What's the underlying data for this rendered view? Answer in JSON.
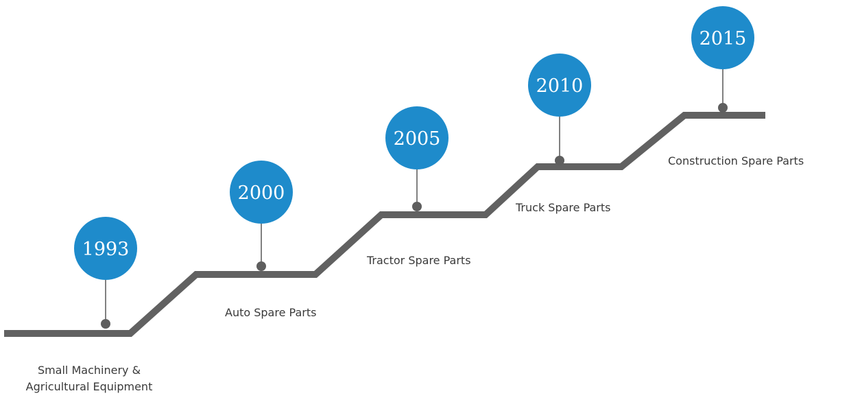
{
  "colors": {
    "staircase": "#616161",
    "connector": "#808080",
    "dot": "#5e5e5e",
    "year_circle": "#1e8bcb",
    "year_text": "#ffffff",
    "label_text": "#3a3a3a"
  },
  "milestones": [
    {
      "year": "1993",
      "label_lines": [
        "Small Machinery &",
        "Agricultural Equipment"
      ]
    },
    {
      "year": "2000",
      "label_lines": [
        "Auto Spare Parts"
      ]
    },
    {
      "year": "2005",
      "label_lines": [
        "Tractor Spare Parts"
      ]
    },
    {
      "year": "2010",
      "label_lines": [
        "Truck Spare Parts"
      ]
    },
    {
      "year": "2015",
      "label_lines": [
        "Construction Spare Parts"
      ]
    }
  ]
}
